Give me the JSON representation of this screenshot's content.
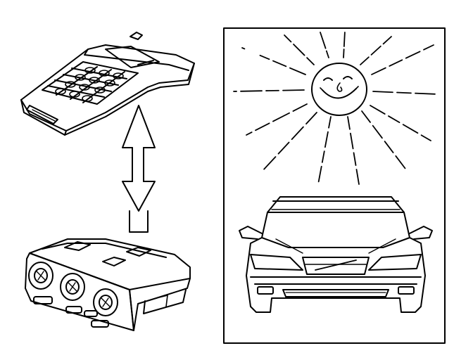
{
  "figure": {
    "background": "#ffffff",
    "ink": "#000000",
    "panels": {
      "left": [
        "handheld-tester",
        "bidirectional-arrow",
        "climate-control-panel"
      ],
      "right": [
        "sun-with-face",
        "sun-rays",
        "car-front-view"
      ]
    }
  }
}
